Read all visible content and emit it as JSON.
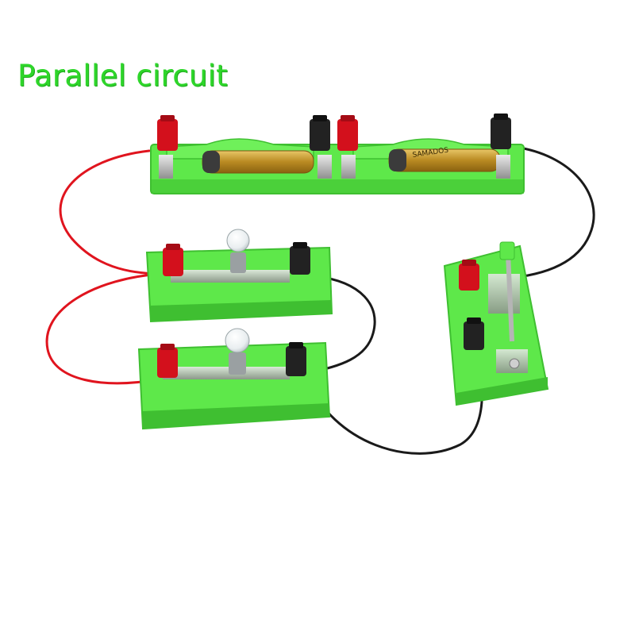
{
  "title": "Parallel circuit",
  "battery_brand": "SAMADOS",
  "colors": {
    "title": "#2ed62a",
    "board": "#5ee84a",
    "board_dark": "#3fbf31",
    "red_wire": "#e0141e",
    "black_wire": "#1a1a1a",
    "terminal_red": "#d3101c",
    "terminal_black": "#222222",
    "battery": "#c99a2e"
  },
  "icons": [
    "battery-holder",
    "bulb-holder",
    "knife-switch",
    "terminal-post",
    "bulb"
  ]
}
